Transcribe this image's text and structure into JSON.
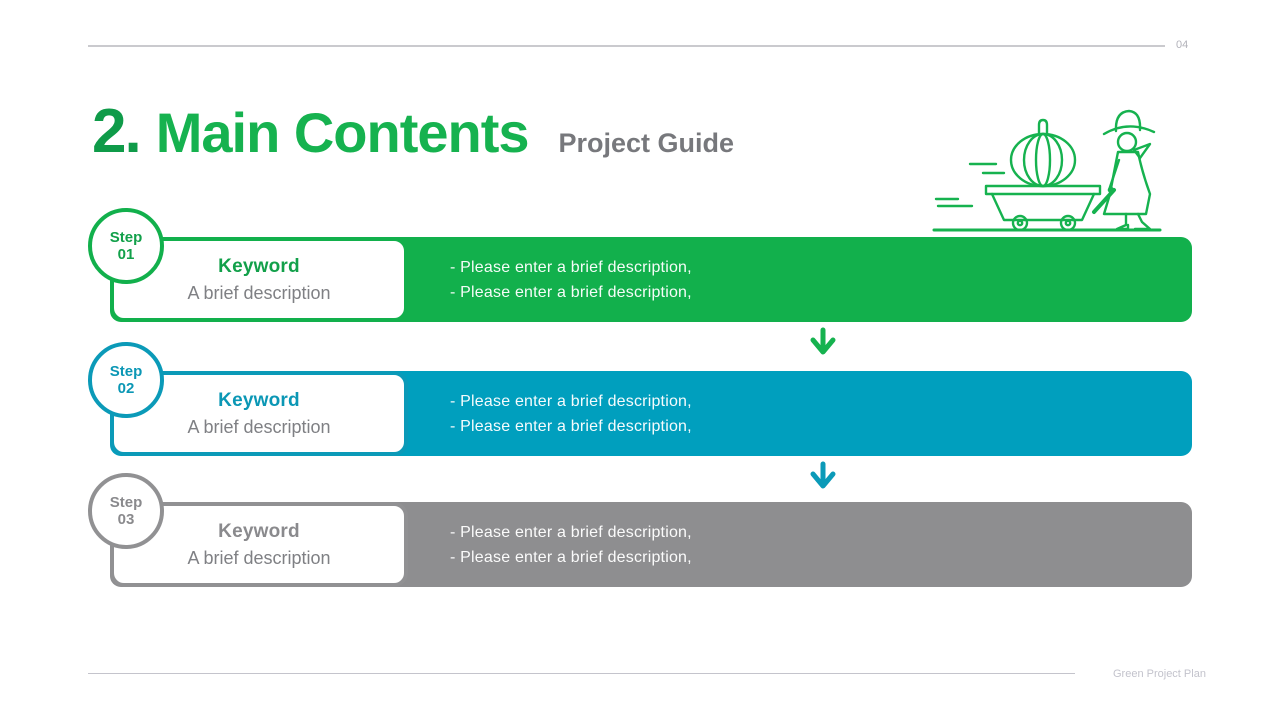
{
  "page": {
    "number": "04"
  },
  "title": {
    "number": "2.",
    "main": "Main Contents",
    "subtitle": "Project Guide"
  },
  "footer": {
    "brand": "Green Project Plan"
  },
  "colors": {
    "green": "#12b04c",
    "teal": "#009fbe",
    "gray": "#8e8e90",
    "title_green": "#16b24f",
    "subtitle_gray": "#77787c",
    "bar_text": "#ffffff"
  },
  "icons": {
    "arrow_down": "↓",
    "illustration": "farmer-pumpkin-cart"
  },
  "steps": [
    {
      "step_label": "Step",
      "step_number": "01",
      "color": "#12b04c",
      "keyword": "Keyword",
      "brief": "A brief description",
      "desc_lines": [
        "- Please enter a brief description,",
        "- Please enter a brief description,"
      ]
    },
    {
      "step_label": "Step",
      "step_number": "02",
      "color": "#009fbe",
      "keyword": "Keyword",
      "brief": "A brief description",
      "desc_lines": [
        "- Please enter a brief description,",
        "- Please enter a brief description,"
      ]
    },
    {
      "step_label": "Step",
      "step_number": "03",
      "color": "#8e8e90",
      "keyword": "Keyword",
      "brief": "A brief description",
      "desc_lines": [
        "- Please enter a brief description,",
        "- Please enter a brief description,"
      ]
    }
  ]
}
